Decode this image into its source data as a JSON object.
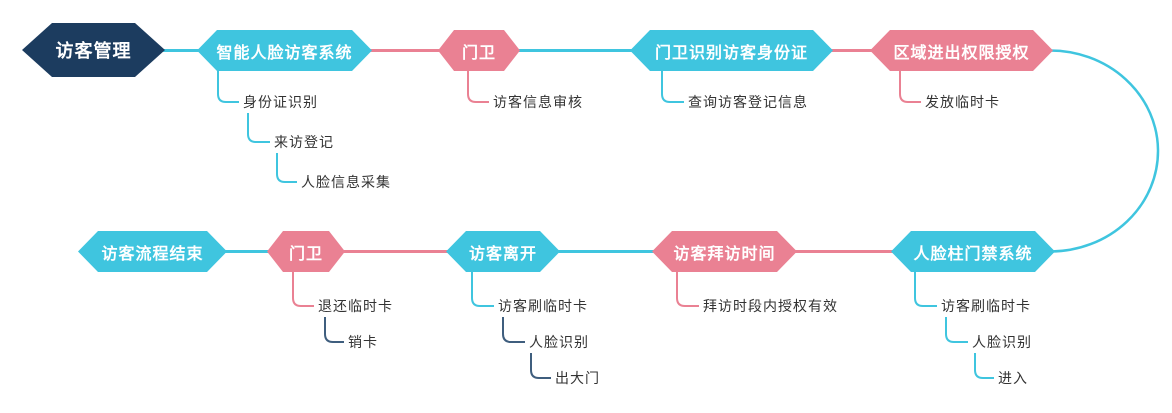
{
  "palette": {
    "node_navy": "#1c3c5f",
    "node_cyan": "#3fc5df",
    "node_pink": "#ea8193",
    "elbow_dark_blue": "#3f5e7e",
    "leaf_text": "#333333"
  },
  "root": {
    "label": "访客管理"
  },
  "nodes": [
    {
      "id": "smart-face-visitor-system",
      "label": "智能人脸访客系统",
      "color": "cyan",
      "children": [
        "身份证识别",
        "来访登记",
        "人脸信息采集"
      ]
    },
    {
      "id": "guard-top",
      "label": "门卫",
      "color": "pink",
      "children": [
        "访客信息审核"
      ]
    },
    {
      "id": "guard-checks-visitor-id",
      "label": "门卫识别访客身份证",
      "color": "cyan",
      "children": [
        "查询访客登记信息"
      ]
    },
    {
      "id": "area-access-authorization",
      "label": "区域进出权限授权",
      "color": "pink",
      "children": [
        "发放临时卡"
      ]
    },
    {
      "id": "face-pillar-access-system",
      "label": "人脸柱门禁系统",
      "color": "cyan",
      "children": [
        "访客刷临时卡",
        "人脸识别",
        "进入"
      ]
    },
    {
      "id": "visit-time",
      "label": "访客拜访时间",
      "color": "pink",
      "children": [
        "拜访时段内授权有效"
      ]
    },
    {
      "id": "visitor-leaves",
      "label": "访客离开",
      "color": "cyan",
      "children": [
        "访客刷临时卡",
        "人脸识别",
        "出大门"
      ]
    },
    {
      "id": "guard-bottom",
      "label": "门卫",
      "color": "pink",
      "children": [
        "退还临时卡",
        "销卡"
      ]
    },
    {
      "id": "process-end",
      "label": "访客流程结束",
      "color": "cyan",
      "children": []
    }
  ]
}
